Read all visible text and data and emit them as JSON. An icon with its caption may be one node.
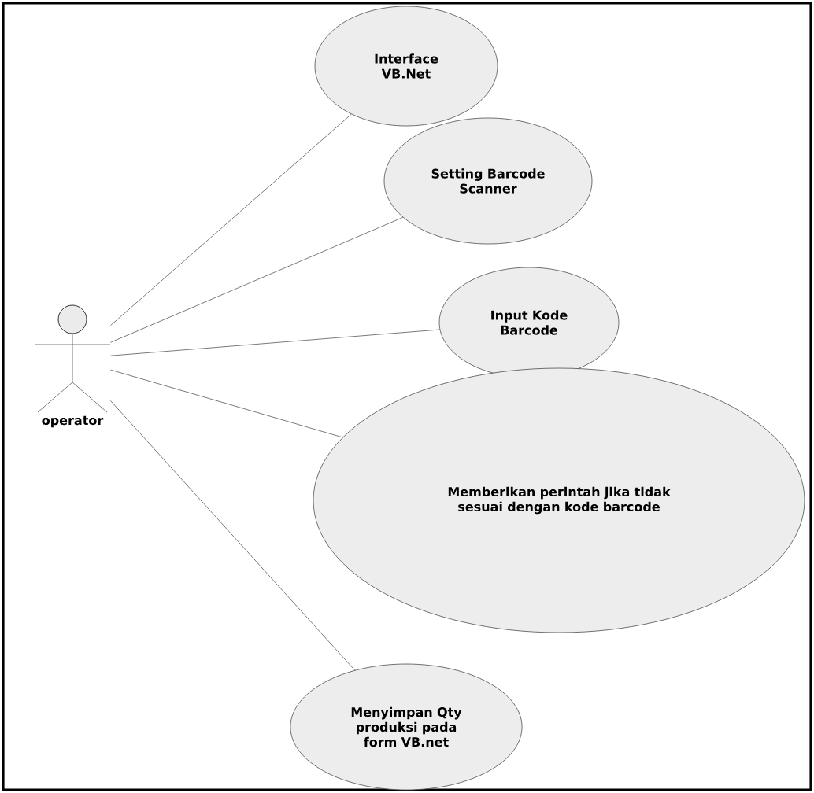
{
  "diagram": {
    "nodes": [
      {
        "text": [
          "operator"
        ]
      },
      {
        "text": [
          "Interface VB.Net"
        ]
      },
      {
        "text": [
          "Setting Barcode Scanner"
        ]
      },
      {
        "text": [
          "Input Kode Barcode"
        ]
      },
      {
        "text": [
          "Memberikan perintah jika tidak sesuai dengan kode barcode"
        ]
      },
      {
        "text": [
          "Menyimpan Qty produksi pada form VB.net"
        ]
      }
    ],
    "edges": [
      {
        "from": 0,
        "to": 1,
        "arrow": "none"
      },
      {
        "from": 0,
        "to": 2,
        "arrow": "none"
      },
      {
        "from": 0,
        "to": 3,
        "arrow": "none"
      },
      {
        "from": 0,
        "to": 4,
        "arrow": "none"
      },
      {
        "from": 0,
        "to": 5,
        "arrow": "none"
      }
    ]
  }
}
